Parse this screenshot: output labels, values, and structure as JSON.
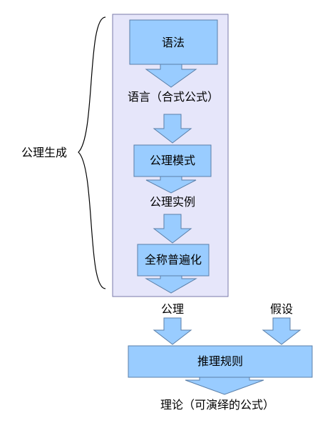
{
  "diagram": {
    "group_label": "公理生成",
    "boxes": {
      "syntax": "语法",
      "axiom_schema": "公理模式",
      "universal_generalization": "全称普遍化",
      "inference_rules": "推理规则"
    },
    "texts": {
      "language": "语言（合式公式）",
      "axiom_instance": "公理实例",
      "axiom": "公理",
      "hypothesis": "假设",
      "theory": "理论（可演绎的公式）"
    },
    "colors": {
      "group_fill": "#e6e6fa",
      "group_stroke": "#7a7aa8",
      "box_fill": "#99ccff",
      "box_stroke": "#5b7fa8",
      "arrow_fill": "#99ccff",
      "arrow_stroke": "#5b7fa8"
    }
  }
}
